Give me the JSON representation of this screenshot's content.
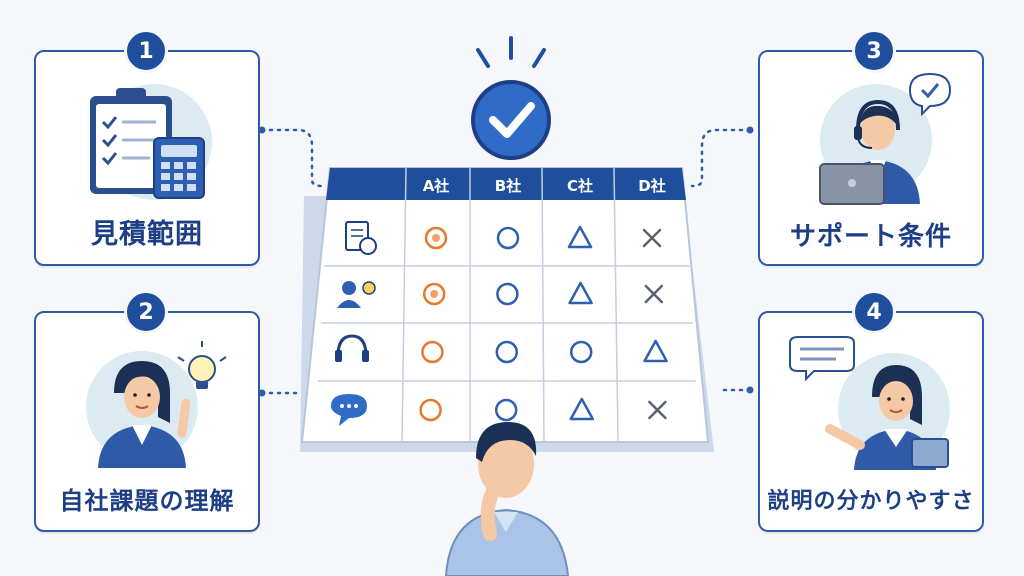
{
  "cards": [
    {
      "number": "1",
      "label": "見積範囲"
    },
    {
      "number": "2",
      "label": "自社課題の理解"
    },
    {
      "number": "3",
      "label": "サポート条件"
    },
    {
      "number": "4",
      "label": "説明の分かりやすさ"
    }
  ],
  "table": {
    "columns": [
      "A社",
      "B社",
      "C社",
      "D社"
    ],
    "rows": [
      {
        "icon": "estimate-document-icon",
        "marks": [
          "double-circle",
          "circle",
          "triangle",
          "cross"
        ]
      },
      {
        "icon": "person-idea-icon",
        "marks": [
          "double-circle",
          "circle",
          "triangle",
          "cross"
        ]
      },
      {
        "icon": "headset-icon",
        "marks": [
          "circle",
          "circle",
          "circle",
          "triangle"
        ]
      },
      {
        "icon": "speech-bubble-icon",
        "marks": [
          "circle",
          "circle",
          "triangle",
          "cross"
        ]
      }
    ]
  },
  "colors": {
    "primary": "#1f4f9c",
    "card_border": "#2f5aa8",
    "orange_mark": "#e8782a",
    "blue_mark": "#2f5fb3",
    "gray_mark": "#5a6270"
  }
}
